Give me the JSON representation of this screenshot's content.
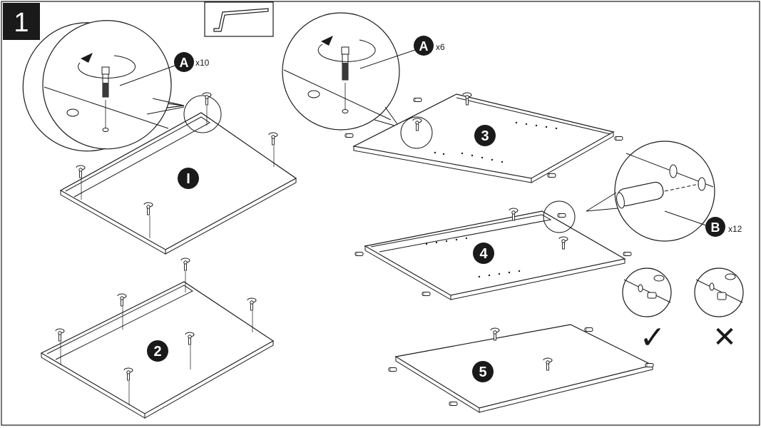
{
  "step": {
    "number": "1"
  },
  "parts": {
    "A1": {
      "letter": "A",
      "qty": "x10"
    },
    "A2": {
      "letter": "A",
      "qty": "x6"
    },
    "B": {
      "letter": "B",
      "qty": "x12"
    }
  },
  "panels": {
    "p1": "I",
    "p2": "2",
    "p3": "3",
    "p4": "4",
    "p5": "5"
  },
  "tools": {
    "allen_key": "allen-key-icon"
  },
  "marks": {
    "correct": "✓",
    "wrong": "✕"
  },
  "colors": {
    "ink": "#1a1a1a",
    "paper": "#ffffff"
  }
}
